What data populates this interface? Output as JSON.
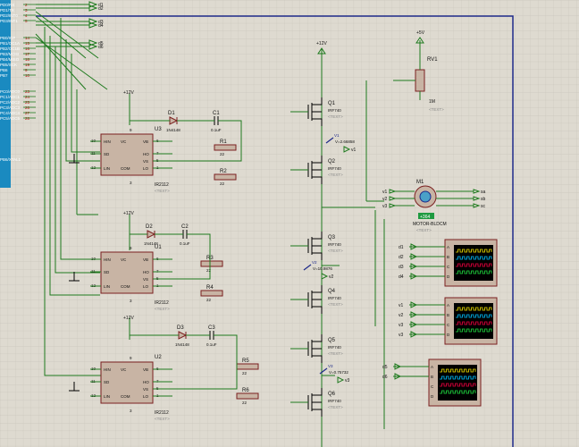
{
  "colors": {
    "canvas": "#dedad0",
    "grid": "#c9c5bb",
    "wire": "#1e7a1e",
    "component_body": "#c8b4a4",
    "component_border": "#7a1f1f",
    "mcu": "#1a8ac0",
    "sheet_border": "#1f2a8a",
    "label_red": "#c00000"
  },
  "mcu": {
    "pins_top": [
      "PD0/RX",
      "PD1/TX",
      "PD2/INT0",
      "PD3/INT1"
    ],
    "pins_mid": [
      "PB0/ICP",
      "PB1/OC1A",
      "PB2/OC1B",
      "PB3/MOSI",
      "PB4/MISO",
      "PB5/SCK",
      "PB6",
      "PB7"
    ],
    "pins_low": [
      "PC0/ADC0",
      "PC1/ADC1",
      "PC2/ADC2",
      "PC3/ADC3",
      "PC4/ADC4",
      "PC5/ADC5"
    ],
    "pin_numbers_top": [
      "2",
      "3",
      "4",
      "5"
    ],
    "pin_numbers_mid": [
      "14",
      "15",
      "16",
      "17",
      "18",
      "19",
      "9",
      "10"
    ],
    "pin_numbers_low": [
      "23",
      "24",
      "25",
      "26",
      "27",
      "28"
    ],
    "bottom_label": "PB6/XTAL1"
  },
  "nets_top": [
    "d1",
    "d2",
    "d3",
    "d4",
    "d5",
    "d6"
  ],
  "supply": {
    "vcc12": "+12V",
    "vcc5": "+5V"
  },
  "pot": {
    "name": "RV1",
    "value": "1M",
    "text": "<TEXT>"
  },
  "drivers": [
    {
      "name": "U3",
      "part": "IR2112",
      "pins": {
        "hin": "HIN",
        "lin": "LIN",
        "sd": "SD",
        "vc": "VC",
        "com": "COM",
        "vb": "VB",
        "ho": "HO",
        "vs": "VS",
        "lo": "LO"
      },
      "pin_nums": {
        "hin": "10",
        "sd": "11",
        "lin": "12",
        "vc": "9",
        "com": "2",
        "vb": "6",
        "ho": "7",
        "vs": "5",
        "lo": "1",
        "gnd": "3"
      }
    },
    {
      "name": "U1",
      "part": "IR2112",
      "pins": {
        "hin": "HIN",
        "lin": "LIN",
        "sd": "SD",
        "vc": "VC",
        "com": "COM",
        "vb": "VB",
        "ho": "HO",
        "vs": "VS",
        "lo": "LO"
      },
      "pin_nums": {
        "hin": "10",
        "sd": "11",
        "lin": "12",
        "vc": "9",
        "com": "2",
        "vb": "6",
        "ho": "7",
        "vs": "5",
        "lo": "1",
        "gnd": "3"
      }
    },
    {
      "name": "U2",
      "part": "IR2112",
      "pins": {
        "hin": "HIN",
        "lin": "LIN",
        "sd": "SD",
        "vc": "VC",
        "com": "COM",
        "vb": "VB",
        "ho": "HO",
        "vs": "VS",
        "lo": "LO"
      },
      "pin_nums": {
        "hin": "10",
        "sd": "11",
        "lin": "12",
        "vc": "9",
        "com": "2",
        "vb": "6",
        "ho": "7",
        "vs": "5",
        "lo": "1",
        "gnd": "3"
      }
    }
  ],
  "diodes": [
    {
      "name": "D1",
      "part": "1N4148"
    },
    {
      "name": "D2",
      "part": "1N4148"
    },
    {
      "name": "D3",
      "part": "1N4148"
    }
  ],
  "caps": [
    {
      "name": "C1",
      "value": "0.1uF"
    },
    {
      "name": "C2",
      "value": "0.1uF"
    },
    {
      "name": "C3",
      "value": "0.1uF"
    }
  ],
  "resistors": [
    {
      "name": "R1",
      "value": "22"
    },
    {
      "name": "R2",
      "value": "22"
    },
    {
      "name": "R3",
      "value": "22"
    },
    {
      "name": "R4",
      "value": "22"
    },
    {
      "name": "R5",
      "value": "22"
    },
    {
      "name": "R6",
      "value": "22"
    }
  ],
  "mosfets": [
    {
      "name": "Q1",
      "part": "IRF740"
    },
    {
      "name": "Q2",
      "part": "IRF740"
    },
    {
      "name": "Q3",
      "part": "IRF740"
    },
    {
      "name": "Q4",
      "part": "IRF740"
    },
    {
      "name": "Q5",
      "part": "IRF740"
    },
    {
      "name": "Q6",
      "part": "IRF740"
    }
  ],
  "probes": [
    {
      "name": "V1",
      "reading": "V=2.66858",
      "net": "v1"
    },
    {
      "name": "V2",
      "reading": "V=10.9876",
      "net": "v2"
    },
    {
      "name": "V3",
      "reading": "V=0.75732",
      "net": "v3"
    }
  ],
  "motor": {
    "name": "M1",
    "part": "MOTOR-BLDCM",
    "speed": "+364",
    "inputs": [
      "v1",
      "v2",
      "v3"
    ],
    "outputs": [
      "sa",
      "sb",
      "sc"
    ]
  },
  "scopes": [
    {
      "name": "scope1",
      "inputs": [
        "d1",
        "d2",
        "d3",
        "d4"
      ],
      "channels": [
        "A",
        "B",
        "C",
        "D"
      ]
    },
    {
      "name": "scope2",
      "inputs": [
        "v1",
        "v2",
        "v3",
        "v3"
      ],
      "channels": [
        "A",
        "B",
        "C",
        "D"
      ]
    },
    {
      "name": "scope3",
      "inputs": [
        "d5",
        "d6",
        "",
        ""
      ],
      "channels": [
        "A",
        "B",
        "C",
        "D"
      ]
    }
  ],
  "text_placeholder": "<TEXT>"
}
